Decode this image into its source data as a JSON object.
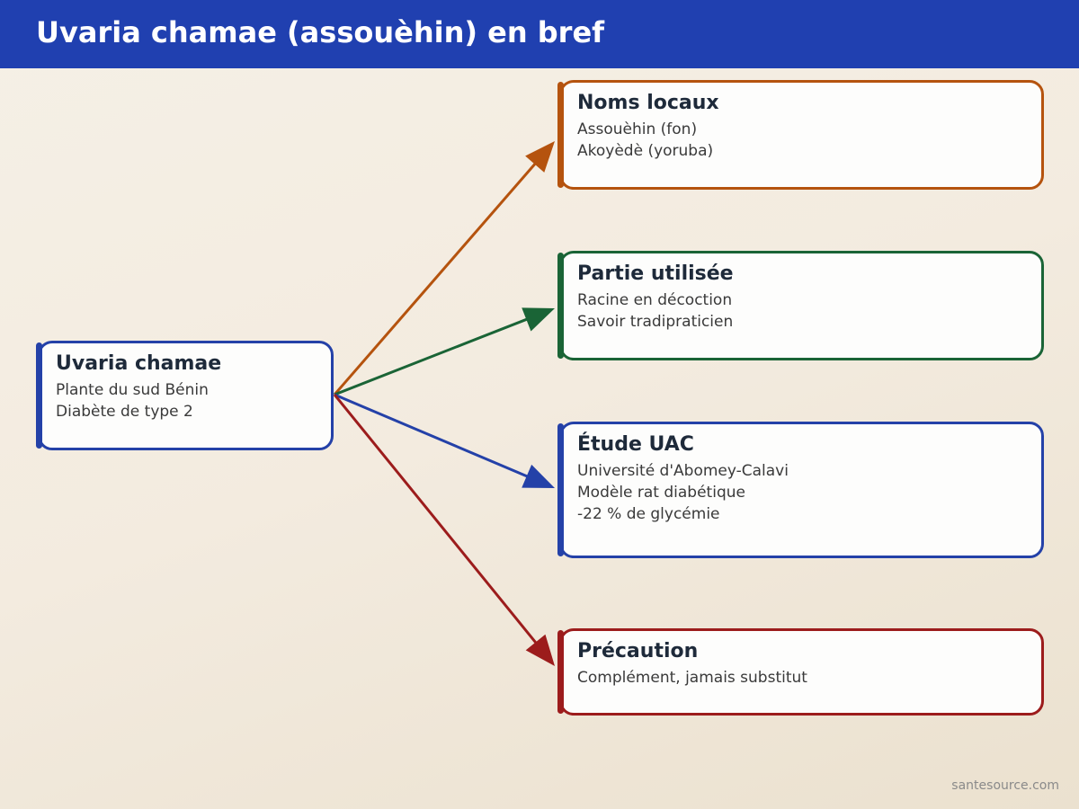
{
  "header": {
    "title": "Uvaria chamae (assouèhin) en bref"
  },
  "center": {
    "title": "Uvaria chamae",
    "lines": [
      "Plante du sud Bénin",
      "Diabète de type 2"
    ],
    "color": "#2441a8"
  },
  "branches": [
    {
      "title": "Noms locaux",
      "lines": [
        "Assouèhin (fon)",
        "Akoyèdè (yoruba)"
      ],
      "color": "#b5530e"
    },
    {
      "title": "Partie utilisée",
      "lines": [
        "Racine en décoction",
        "Savoir tradipraticien"
      ],
      "color": "#1a6436"
    },
    {
      "title": "Étude UAC",
      "lines": [
        "Université d'Abomey-Calavi",
        "Modèle rat diabétique",
        "-22 % de glycémie"
      ],
      "color": "#2441a8"
    },
    {
      "title": "Précaution",
      "lines": [
        "Complément, jamais substitut"
      ],
      "color": "#9c1c1c"
    }
  ],
  "footer": {
    "credit": "santesource.com"
  }
}
